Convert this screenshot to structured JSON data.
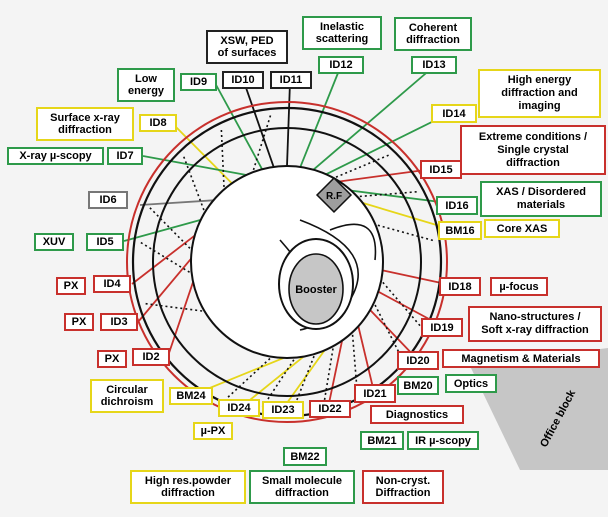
{
  "colors": {
    "green": "#2e9a4a",
    "red": "#c8302c",
    "yellow": "#e6d619",
    "black": "#111111",
    "gray": "#777777"
  },
  "centre": {
    "booster": "Booster",
    "rf": "R.F",
    "office": "Office block"
  },
  "labels": {
    "xsw": "XSW, PED\nof surfaces",
    "inelastic": "Inelastic\nscattering",
    "coherent": "Coherent\ndiffraction",
    "low_energy": "Low\nenergy",
    "id9": "ID9",
    "id10": "ID10",
    "id11": "ID11",
    "id12": "ID12",
    "id13": "ID13",
    "high_energy": "High energy\ndiffraction and\nimaging",
    "id14": "ID14",
    "surface_xray": "Surface x-ray\ndiffraction",
    "id8": "ID8",
    "extreme": "Extreme conditions /\nSingle crystal\ndiffraction",
    "xray_uscopy": "X-ray µ-scopy",
    "id7": "ID7",
    "id15": "ID15",
    "id6": "ID6",
    "xas": "XAS / Disordered\nmaterials",
    "id16": "ID16",
    "bm16": "BM16",
    "core_xas": "Core XAS",
    "xuv": "XUV",
    "id5": "ID5",
    "px1": "PX",
    "id4": "ID4",
    "id18": "ID18",
    "ufocus": "µ-focus",
    "px2": "PX",
    "id3": "ID3",
    "nano": "Nano-structures /\nSoft x-ray diffraction",
    "id19": "ID19",
    "px3": "PX",
    "id2": "ID2",
    "id20": "ID20",
    "magnetism": "Magnetism & Materials",
    "circular": "Circular\ndichroism",
    "bm24": "BM24",
    "bm20": "BM20",
    "optics": "Optics",
    "id21": "ID21",
    "id24": "ID24",
    "id23": "ID23",
    "id22": "ID22",
    "diagnostics": "Diagnostics",
    "upx": "µ-PX",
    "bm21": "BM21",
    "ir_uscopy": "IR µ-scopy",
    "bm22": "BM22",
    "high_res": "High res.powder\ndiffraction",
    "small_mol": "Small molecule\ndiffraction",
    "noncryst": "Non-cryst.\nDiffraction"
  }
}
